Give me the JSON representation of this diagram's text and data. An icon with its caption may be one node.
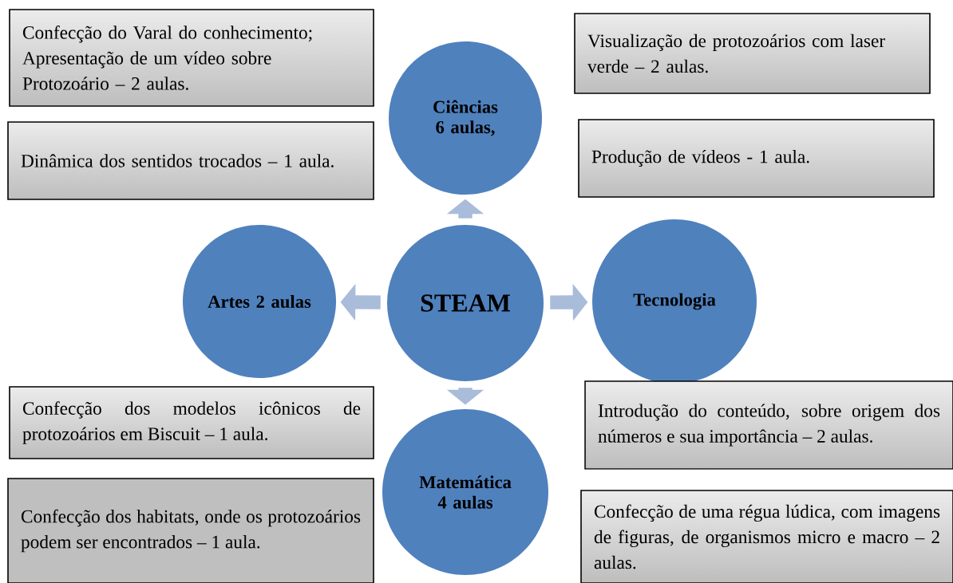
{
  "diagram": {
    "nodes": [
      {
        "text": [
          "STEAM"
        ]
      },
      {
        "text": [
          "Ciências 6 aulas,"
        ]
      },
      {
        "text": [
          "Tecnologia"
        ]
      },
      {
        "text": [
          "Matemática 4 aulas"
        ]
      },
      {
        "text": [
          "Artes 2 aulas"
        ]
      },
      {
        "text": [
          "Confecção do Varal do conhecimento; Apresentação de um vídeo sobre Protozoário – 2 aulas."
        ]
      },
      {
        "text": [
          "Dinâmica dos sentidos trocados – 1 aula."
        ]
      },
      {
        "text": [
          "Visualização de protozoários com laser verde – 2 aulas."
        ]
      },
      {
        "text": [
          "Produção de vídeos - 1 aula."
        ]
      },
      {
        "text": [
          "Confecção dos modelos icônicos de protozoários em Biscuit – 1 aula."
        ]
      },
      {
        "text": [
          "Confecção dos habitats, onde os protozoários podem ser encontrados – 1 aula."
        ]
      },
      {
        "text": [
          "Introdução do conteúdo, sobre origem dos números e sua importância – 2 aulas."
        ]
      },
      {
        "text": [
          "Confecção de uma régua lúdica, com imagens de figuras, de organismos micro e macro – 2 aulas."
        ]
      }
    ],
    "edges": [
      {
        "from": 0,
        "to": 1,
        "arrow": "to"
      },
      {
        "from": 0,
        "to": 2,
        "arrow": "to"
      },
      {
        "from": 0,
        "to": 3,
        "arrow": "to"
      },
      {
        "from": 0,
        "to": 4,
        "arrow": "to"
      }
    ]
  }
}
